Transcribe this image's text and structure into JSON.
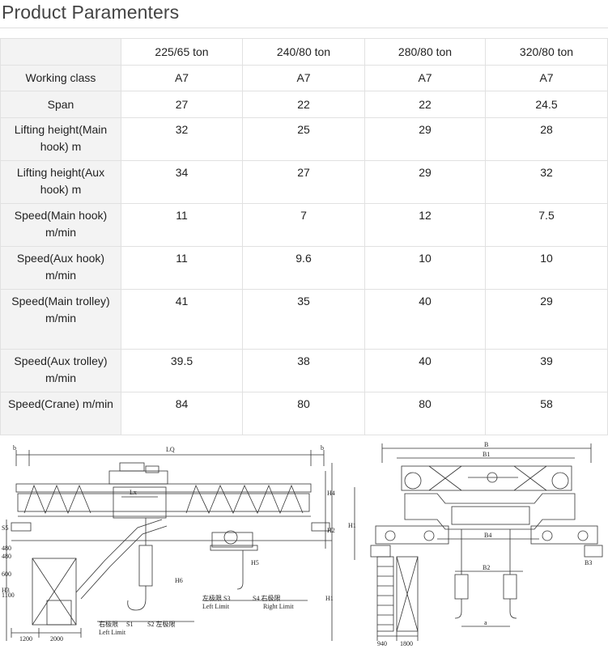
{
  "page": {
    "title": "Product Paramenters"
  },
  "table": {
    "columns": [
      "",
      "225/65 ton",
      "240/80 ton",
      "280/80 ton",
      "320/80 ton"
    ],
    "rows": [
      {
        "label": "Working class",
        "values": [
          "A7",
          "A7",
          "A7",
          "A7"
        ]
      },
      {
        "label": "Span",
        "values": [
          "27",
          "22",
          "22",
          "24.5"
        ]
      },
      {
        "label": "Lifting height(Main hook) m",
        "values": [
          "32",
          "25",
          "29",
          "28"
        ]
      },
      {
        "label": "Lifting height(Aux hook) m",
        "values": [
          "34",
          "27",
          "29",
          "32"
        ]
      },
      {
        "label": "Speed(Main hook) m/min",
        "values": [
          "11",
          "7",
          "12",
          "7.5"
        ]
      },
      {
        "label": "Speed(Aux hook) m/min",
        "values": [
          "11",
          "9.6",
          "10",
          "10"
        ]
      },
      {
        "label": "Speed(Main trolley) m/min",
        "values": [
          "41",
          "35",
          "40",
          "29"
        ]
      },
      {
        "label": "Speed(Aux trolley) m/min",
        "values": [
          "39.5",
          "38",
          "40",
          "39"
        ]
      },
      {
        "label": "Speed(Crane) m/min",
        "values": [
          "84",
          "80",
          "80",
          "58"
        ]
      }
    ]
  },
  "drawing_left": {
    "dims": [
      "LQ",
      "b",
      "b",
      "Lx",
      "H4",
      "H2",
      "H6",
      "H5",
      "H3",
      "H1",
      "S5",
      "480",
      "480",
      "600",
      "1100",
      "1200",
      "2000"
    ],
    "limit_labels": [
      "左极限 S3",
      "Left Limit",
      "S4 右极限",
      "Right Limit",
      "右极限",
      "S1",
      "S2 左极限",
      "Left Limit"
    ]
  },
  "drawing_right": {
    "dims": [
      "B",
      "B1",
      "B4",
      "B2",
      "B3",
      "H1",
      "a",
      "940",
      "1800"
    ]
  }
}
